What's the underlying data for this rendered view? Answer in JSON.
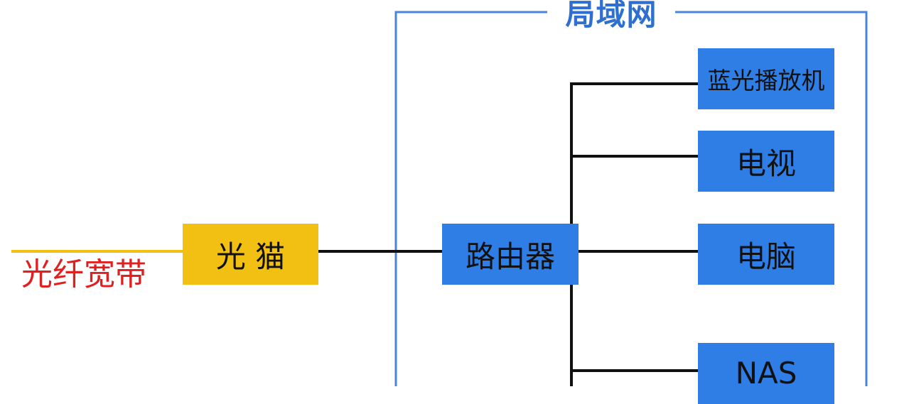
{
  "diagram": {
    "lan_label": "局域网",
    "fiber_label": "光纤宽带",
    "modem_label": "光 猫",
    "router_label": "路由器",
    "devices": [
      {
        "id": "bluray",
        "label": "蓝光播放机"
      },
      {
        "id": "tv",
        "label": "电视"
      },
      {
        "id": "pc",
        "label": "电脑"
      },
      {
        "id": "nas",
        "label": "NAS"
      }
    ],
    "colors": {
      "lan_border": "#4a86d8",
      "lan_text": "#2f6fcf",
      "device_fill": "#2f7ee6",
      "modem_fill": "#f2c012",
      "fiber_line": "#f2c012",
      "fiber_text": "#e02020",
      "wire": "#111111"
    }
  }
}
